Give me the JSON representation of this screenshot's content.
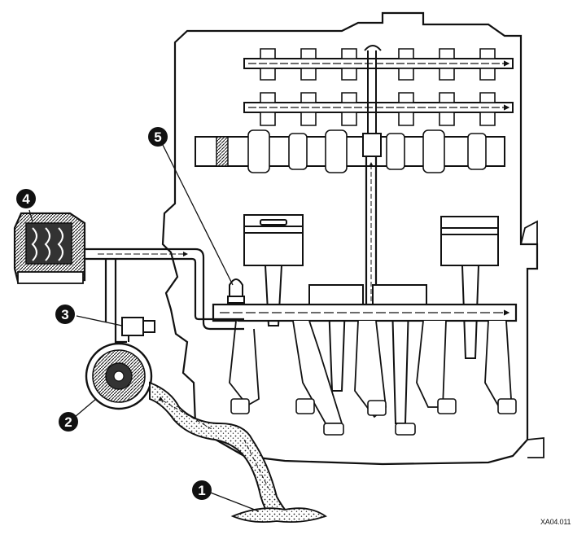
{
  "figure": {
    "reference_code": "XA04.011"
  },
  "callouts": [
    {
      "id": "1",
      "label": "1"
    },
    {
      "id": "2",
      "label": "2"
    },
    {
      "id": "3",
      "label": "3"
    },
    {
      "id": "4",
      "label": "4"
    },
    {
      "id": "5",
      "label": "5"
    }
  ],
  "colors": {
    "ink": "#111111",
    "oil": "#2a2a2a",
    "paper": "#ffffff"
  }
}
